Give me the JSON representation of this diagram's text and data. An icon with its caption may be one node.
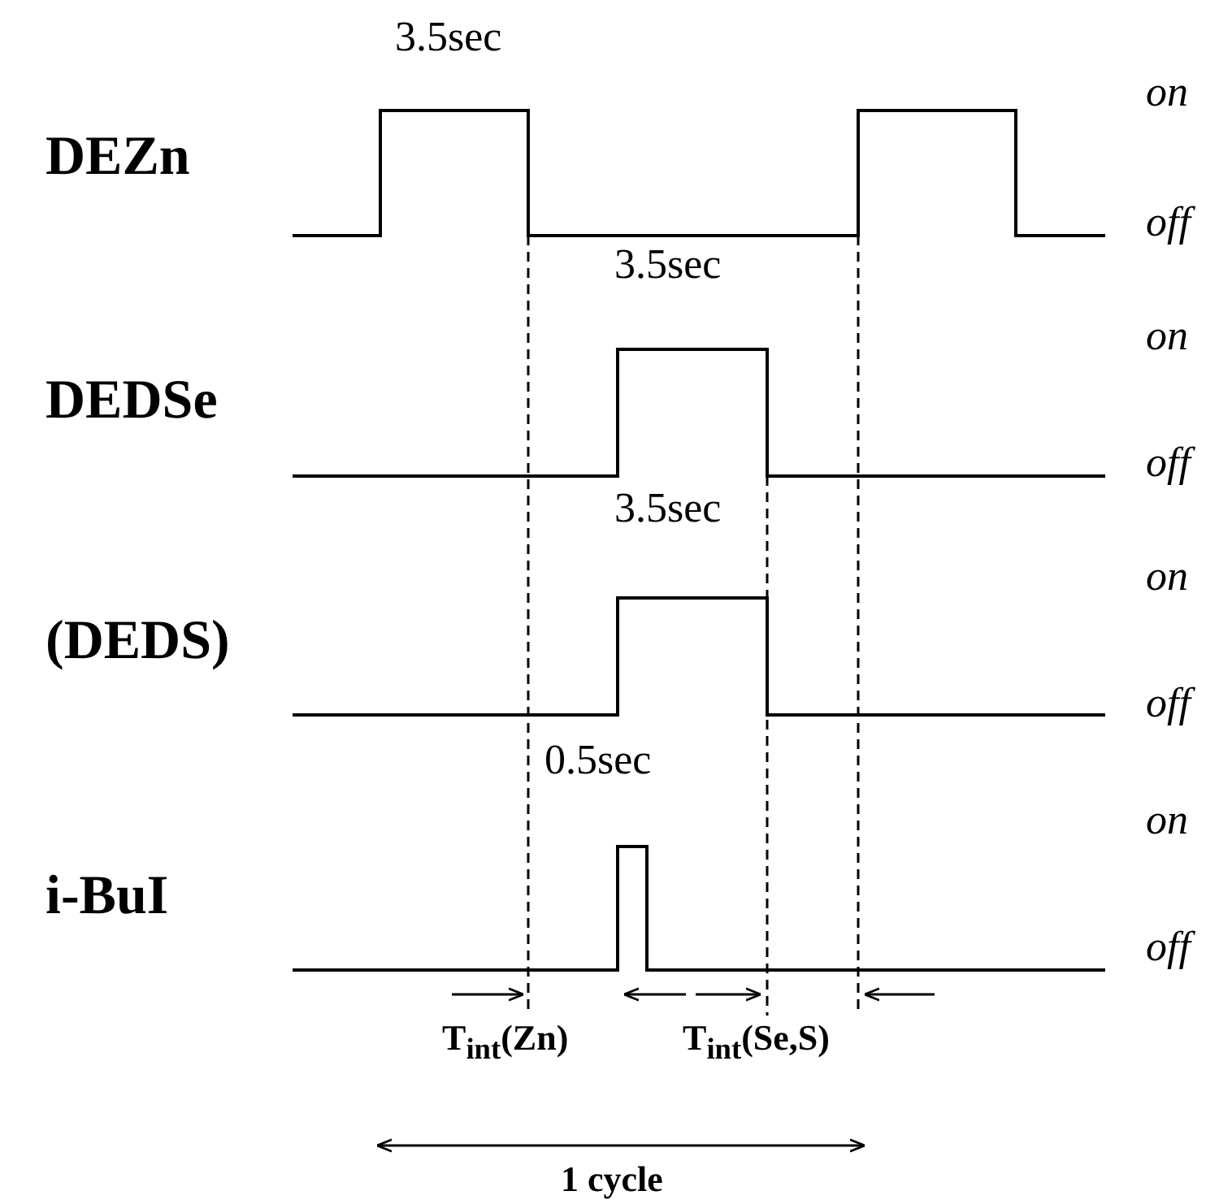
{
  "diagram": {
    "labels": [
      "3.5sec",
      "DEZn",
      "on",
      "off",
      "3.5sec",
      "DEDSe",
      "on",
      "off",
      "3.5sec",
      "(DEDS)",
      "on",
      "off",
      "0.5sec",
      "i-BuI",
      "on",
      "off",
      "T$_{int}$(Zn)",
      "T$_{int}$(Se,S)",
      "1 cycle"
    ]
  }
}
